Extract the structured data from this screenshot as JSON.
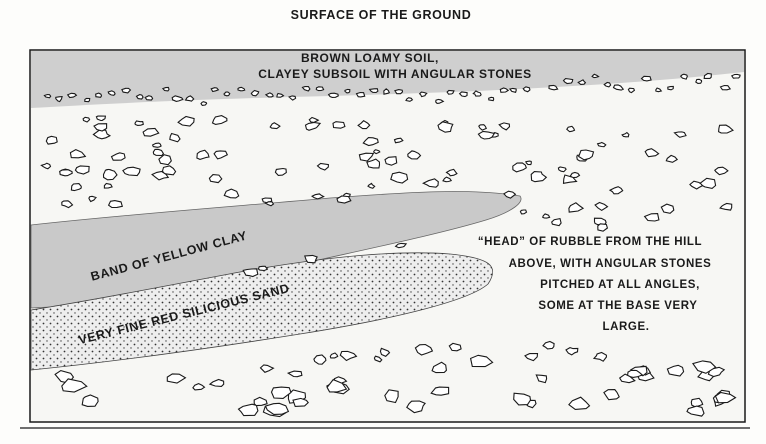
{
  "labels": {
    "surface": "SURFACE OF THE GROUND",
    "soil_line1": "BROWN LOAMY SOIL,",
    "soil_line2": "CLAYEY SUBSOIL WITH ANGULAR STONES",
    "clay": "BAND OF YELLOW CLAY",
    "sand": "VERY FINE RED SILICIOUS SAND",
    "head_line1": "“HEAD” OF RUBBLE FROM THE HILL",
    "head_line2": "ABOVE, WITH ANGULAR STONES",
    "head_line3": "PITCHED AT ALL ANGLES,",
    "head_line4": "SOME AT THE BASE VERY",
    "head_line5": "LARGE."
  },
  "colors": {
    "soil_band": "#cfcfcf",
    "clay_band": "#c9c9c9",
    "sand_band": "#eeeeee",
    "rubble": "#f7f7f4",
    "ink": "#1a1a1a"
  }
}
